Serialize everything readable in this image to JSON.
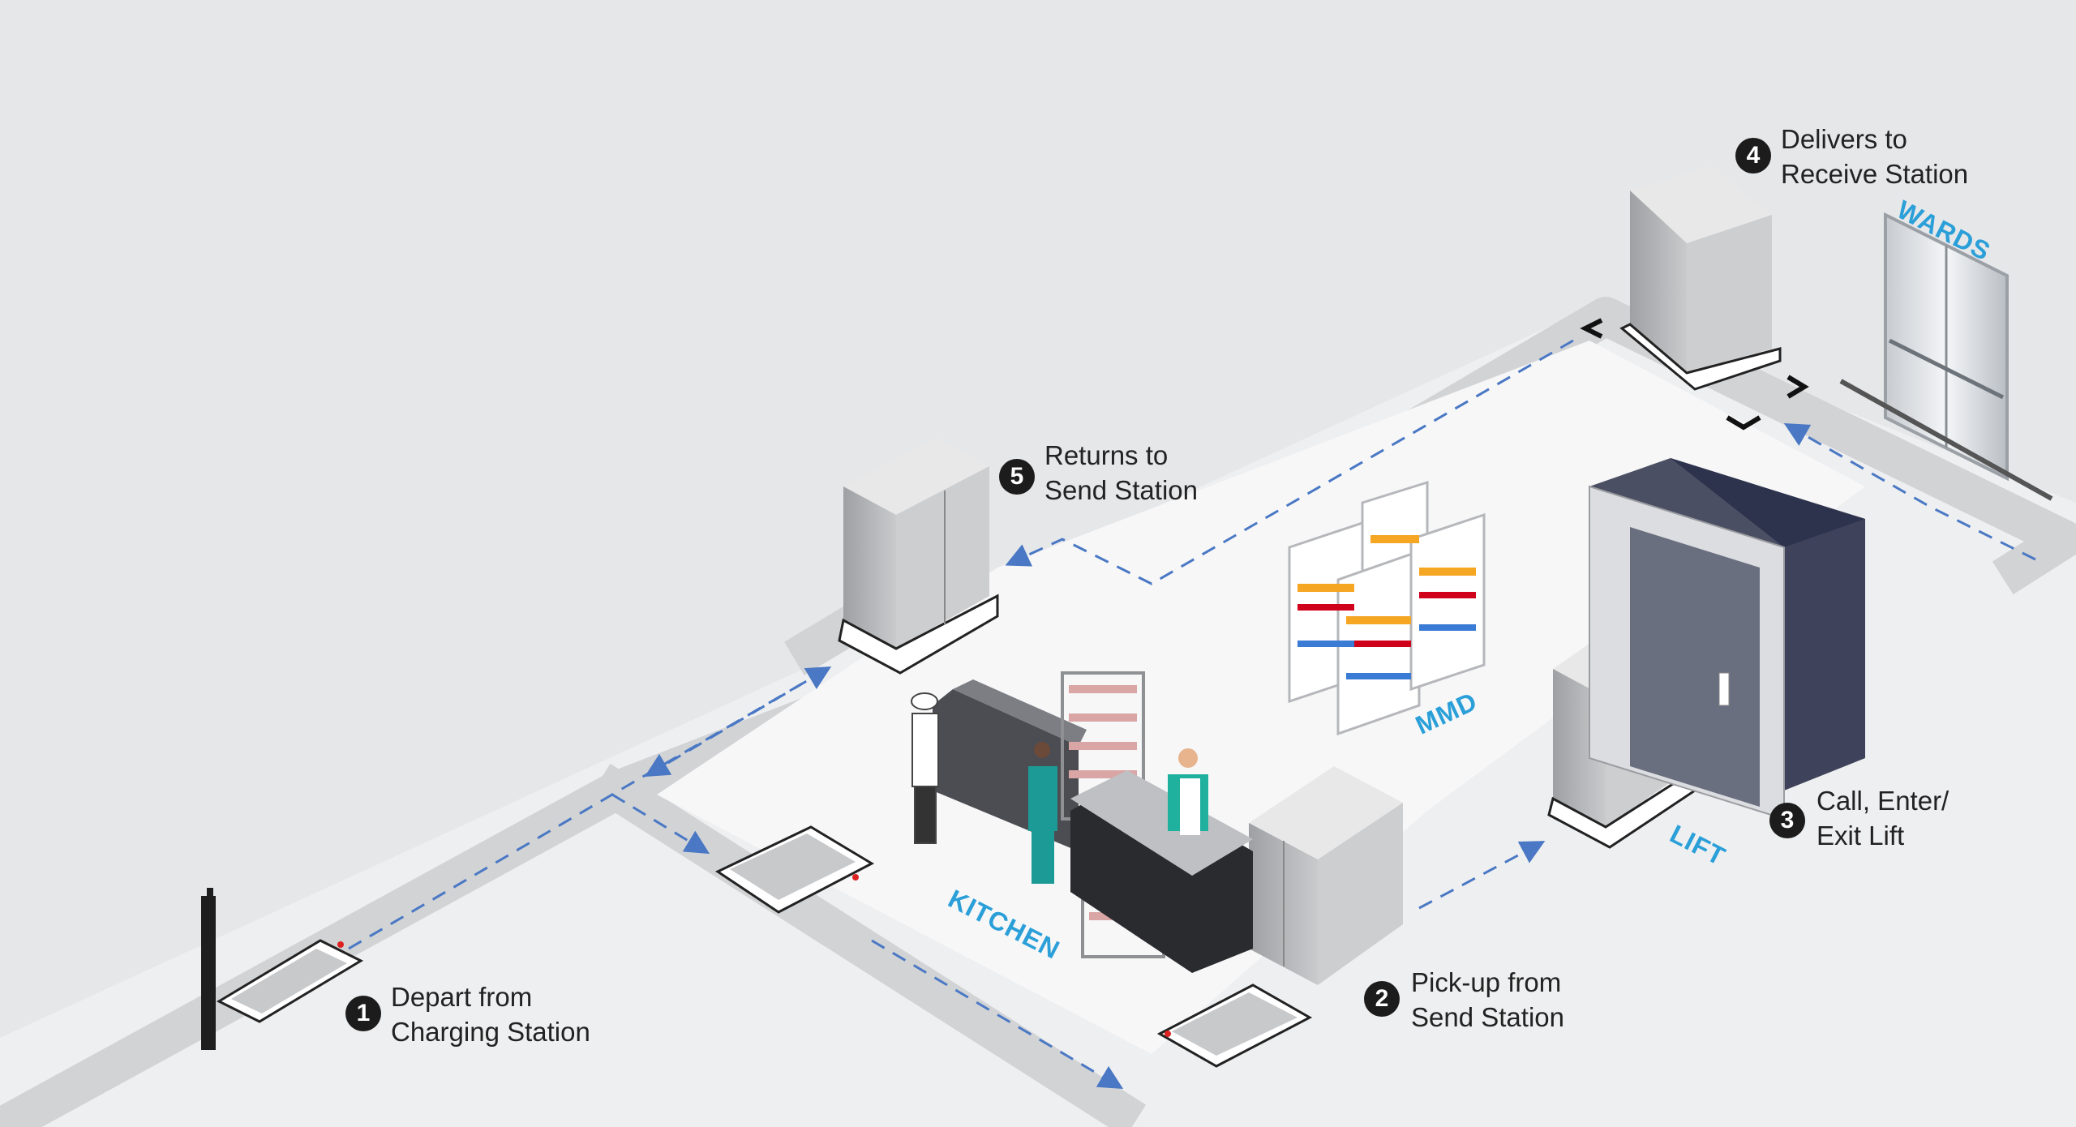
{
  "steps": [
    {
      "number": "1",
      "line1": "Depart from",
      "line2": "Charging Station"
    },
    {
      "number": "2",
      "line1": "Pick-up from",
      "line2": "Send Station"
    },
    {
      "number": "3",
      "line1": "Call, Enter/",
      "line2": "Exit Lift"
    },
    {
      "number": "4",
      "line1": "Delivers to",
      "line2": "Receive Station"
    },
    {
      "number": "5",
      "line1": "Returns to",
      "line2": "Send Station"
    }
  ],
  "zones": {
    "kitchen": "KITCHEN",
    "mmd": "MMD",
    "lift": "LIFT",
    "wards": "WARDS"
  },
  "colors": {
    "background": "#e6e7e9",
    "floor": "#f2f2f3",
    "corridor": "#d2d3d5",
    "route_arrow": "#4a78c4",
    "zone_label": "#2a9fd8",
    "badge": "#1c1c1c",
    "cart": "#b9babc",
    "lift_frame": "#4a4f63"
  }
}
